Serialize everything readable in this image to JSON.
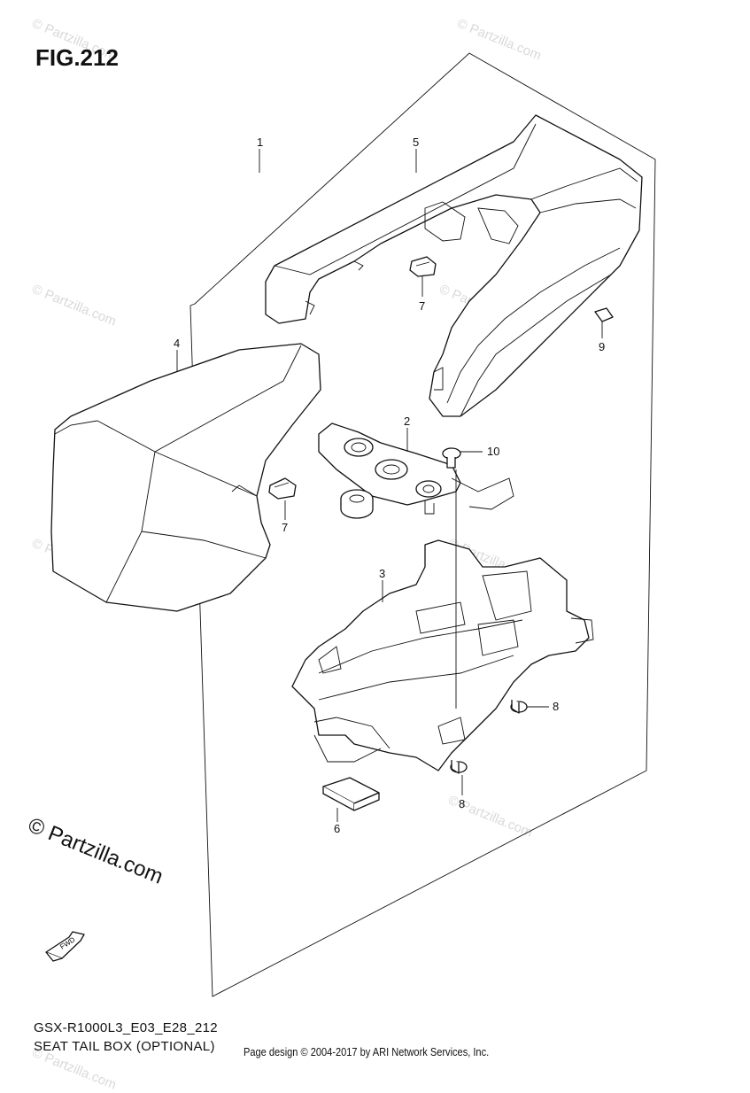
{
  "figure": {
    "title": "FIG.212",
    "model_code": "GSX-R1000L3_E03_E28_212",
    "section_title": "SEAT TAIL BOX (OPTIONAL)"
  },
  "callouts": [
    {
      "id": "c1",
      "label": "1"
    },
    {
      "id": "c2",
      "label": "2"
    },
    {
      "id": "c3",
      "label": "3"
    },
    {
      "id": "c4",
      "label": "4"
    },
    {
      "id": "c5",
      "label": "5"
    },
    {
      "id": "c6",
      "label": "6"
    },
    {
      "id": "c7a",
      "label": "7"
    },
    {
      "id": "c7b",
      "label": "7"
    },
    {
      "id": "c8a",
      "label": "8"
    },
    {
      "id": "c8b",
      "label": "8"
    },
    {
      "id": "c9",
      "label": "9"
    },
    {
      "id": "c10",
      "label": "10"
    }
  ],
  "copyright_mark": "© Partzilla.com",
  "watermark": "© Partzilla.com",
  "fwd_label": "FWD",
  "footer": {
    "credit": "Page design © 2004-2017 by ARI Network Services, Inc."
  }
}
